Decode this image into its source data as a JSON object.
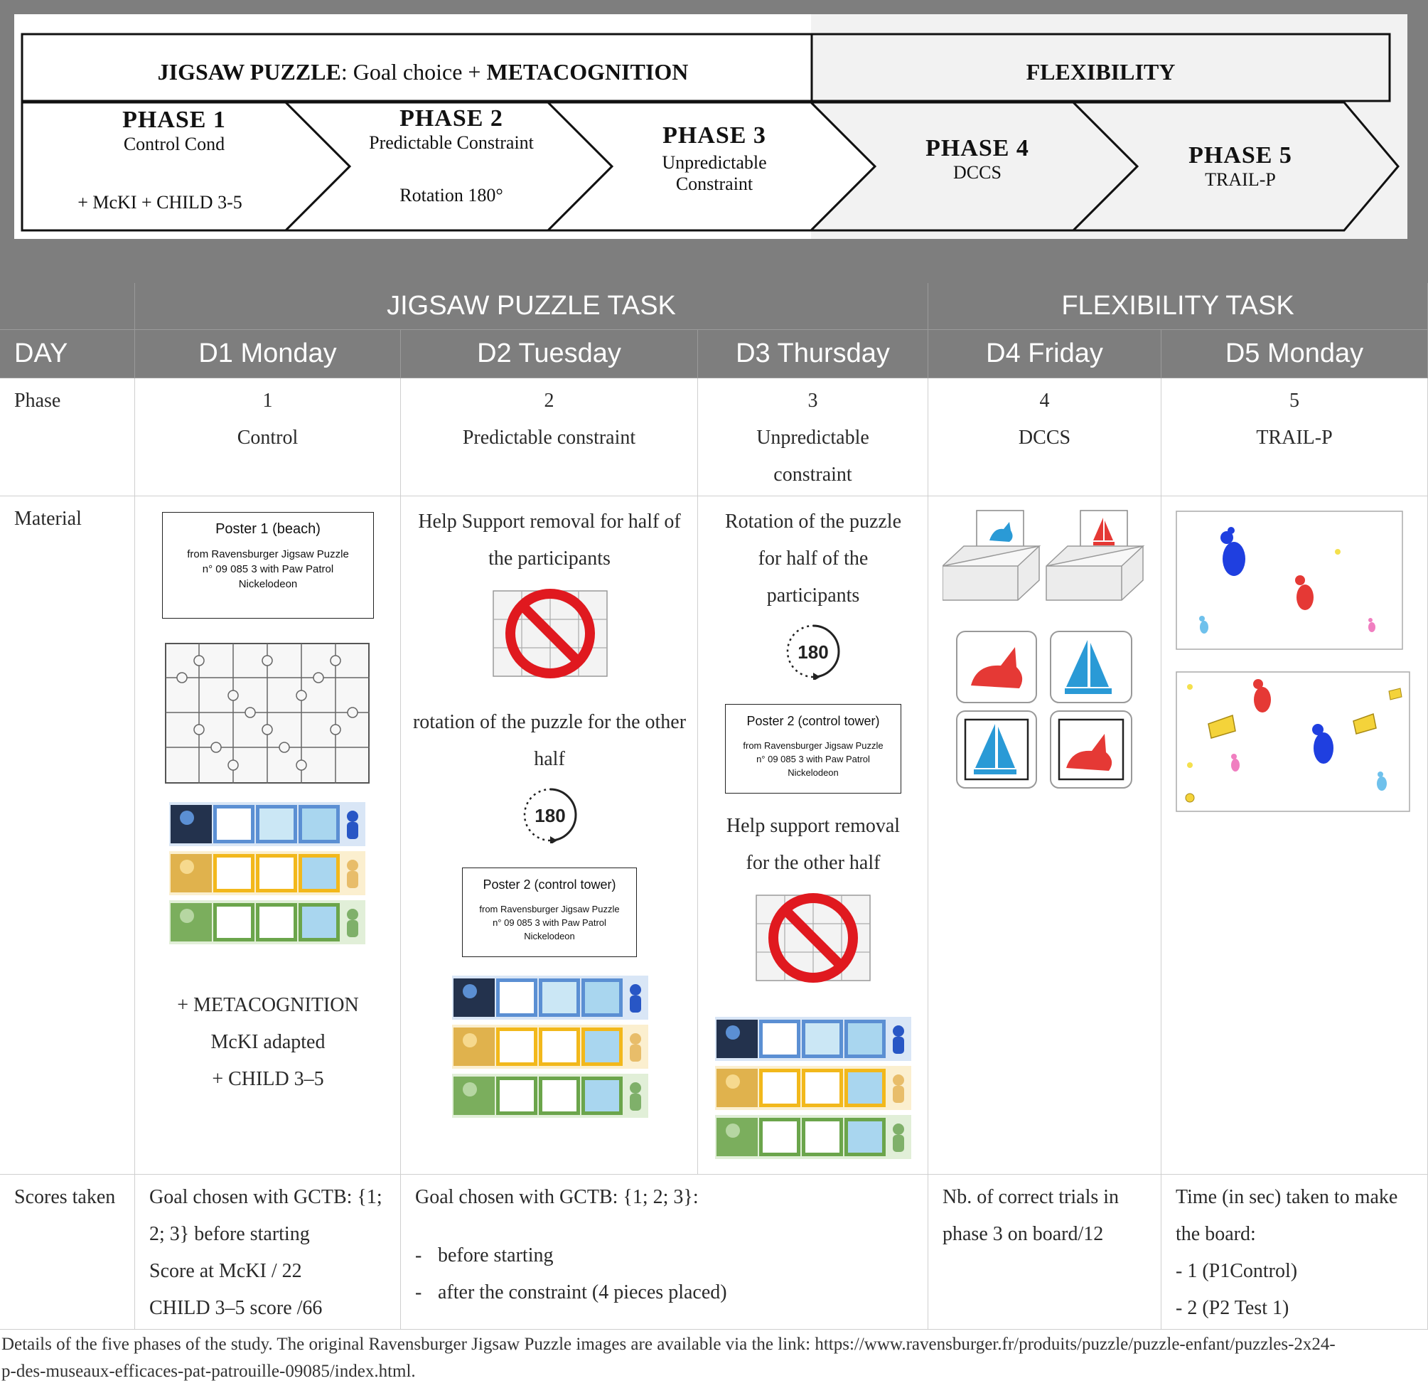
{
  "banner": {
    "jigsaw_bold": "JIGSAW PUZZLE",
    "jigsaw_rest": ": Goal choice + ",
    "metacog_bold": "METACOGNITION",
    "flex_head": "FLEXIBILITY",
    "phases": [
      {
        "title": "PHASE 1",
        "line1": "Control Cond",
        "line2": "+ McKI + CHILD 3-5"
      },
      {
        "title": "PHASE 2",
        "line1": "Predictable Constraint",
        "line2": "Rotation 180°"
      },
      {
        "title": "PHASE 3",
        "line1": "Unpredictable",
        "line2": "Constraint"
      },
      {
        "title": "PHASE 4",
        "line1": "DCCS"
      },
      {
        "title": "PHASE 5",
        "line1": "TRAIL-P"
      }
    ]
  },
  "table": {
    "group_headers": [
      "JIGSAW PUZZLE TASK",
      "FLEXIBILITY TASK"
    ],
    "day_label": "DAY",
    "days": [
      "D1 Monday",
      "D2 Tuesday",
      "D3 Thursday",
      "D4 Friday",
      "D5 Monday"
    ],
    "row_labels": {
      "phase": "Phase",
      "material": "Material",
      "scores": "Scores taken"
    },
    "phase_row": [
      {
        "num": "1",
        "lines": [
          "Control"
        ]
      },
      {
        "num": "2",
        "lines": [
          "Predictable constraint"
        ]
      },
      {
        "num": "3",
        "lines": [
          "Unpredictable",
          "constraint"
        ]
      },
      {
        "num": "4",
        "lines": [
          "DCCS"
        ]
      },
      {
        "num": "5",
        "lines": [
          "TRAIL-P"
        ]
      }
    ],
    "material": {
      "d1": {
        "poster_title": "Poster 1 (beach)",
        "poster_l1": "from Ravensburger Jigsaw Puzzle",
        "poster_l2": "n° 09 085 3 with Paw Patrol",
        "poster_l3": "Nickelodeon",
        "notes": [
          "+ METACOGNITION",
          "McKI adapted",
          "+ CHILD 3–5"
        ]
      },
      "d2": {
        "text1": [
          "Help Support removal for half of",
          "the participants"
        ],
        "text2": [
          "rotation of the puzzle for the other",
          "half"
        ],
        "rot_label": "180",
        "poster_title": "Poster 2 (control tower)",
        "poster_l1": "from Ravensburger Jigsaw Puzzle",
        "poster_l2": "n° 09 085 3 with Paw Patrol",
        "poster_l3": "Nickelodeon"
      },
      "d3": {
        "text1": [
          "Rotation of the puzzle",
          "for half of the",
          "participants"
        ],
        "rot_label": "180",
        "poster_title": "Poster 2 (control tower)",
        "poster_l1": "from Ravensburger Jigsaw Puzzle",
        "poster_l2": "n° 09 085 3 with Paw Patrol",
        "poster_l3": "Nickelodeon",
        "text2": [
          "Help support removal",
          "for the other half"
        ]
      }
    },
    "scores": {
      "d1": [
        "Goal chosen with GCTB: {1;",
        "2; 3} before starting",
        "Score at McKI / 22",
        "CHILD 3–5 score /66"
      ],
      "d2_intro": "Goal chosen with GCTB: {1; 2; 3}:",
      "d2_items": [
        "before starting",
        "after the constraint (4 pieces placed)"
      ],
      "d2_bullet": "-",
      "d4": [
        "Nb. of correct trials in",
        "phase 3 on board/12"
      ],
      "d5": [
        "Time (in sec) taken to make",
        "the board:",
        "- 1 (P1Control)",
        "- 2 (P2 Test 1)"
      ]
    }
  },
  "caption": {
    "line1": "Details of the five phases of the study. The original Ravensburger Jigsaw Puzzle images are available via the link: https://www.ravensburger.fr/produits/puzzle/puzzle-enfant/puzzles-2x24-",
    "line2": "p-des-museaux-efficaces-pat-patrouille-09085/index.html."
  },
  "colors": {
    "header_gray": "#7e7e7e",
    "card_blue": "#5b8fd3",
    "card_yellow": "#f2b81b",
    "card_green": "#6ba54b",
    "stimulus_red": "#e53935",
    "stimulus_blue": "#2a9ad6"
  }
}
